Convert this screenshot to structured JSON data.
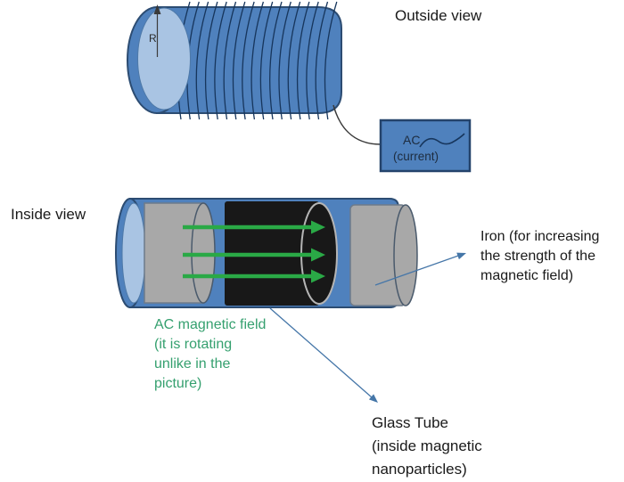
{
  "outside_view": {
    "label": "Outside view",
    "radius_label": "R",
    "ac_source": {
      "name": "AC",
      "unit": "(current)"
    }
  },
  "inside_view": {
    "label": "Inside view",
    "iron_note": {
      "line1": "Iron (for increasing",
      "line2": "the strength of the",
      "line3": "magnetic field)"
    },
    "field_note": {
      "line1": "AC magnetic field",
      "line2": "(it is rotating",
      "line3": "unlike in the",
      "line4": "picture)"
    },
    "glass_note": {
      "line1": "Glass Tube",
      "line2": "(inside magnetic",
      "line3": "nanoparticles)"
    }
  },
  "colors": {
    "solenoid_blue": "#4F81BD",
    "end_face_light_blue": "#A9C4E3",
    "outline_dark_blue": "#2C4C72",
    "winding_navy": "#17365D",
    "iron_gray": "#A8A8A8",
    "gray_outline": "#5B6B7D",
    "nanoparticle_black": "#181818",
    "field_arrow_green": "#2AA946",
    "field_text_green": "#35A06F",
    "pointer_arrow_blue": "#4576A8"
  }
}
